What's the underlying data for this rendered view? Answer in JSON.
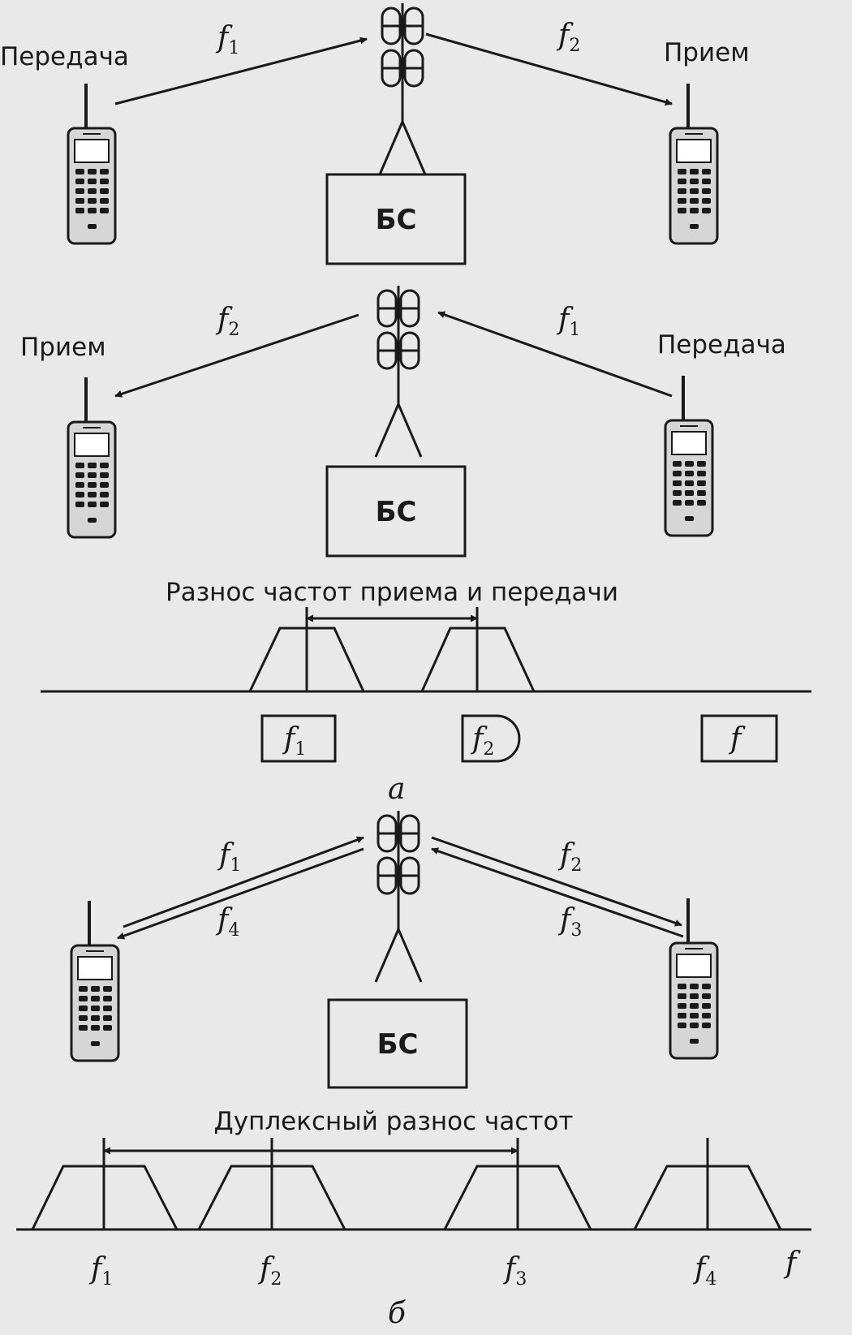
{
  "labels": {
    "transmit": "Передача",
    "receive": "Прием",
    "base_station": "БС",
    "freq_spacing_rx_tx": "Разнос частот приема и передачи",
    "duplex_spacing": "Дуплексный разнос частот",
    "caption_a": "а",
    "caption_b": "б",
    "f_letter": "f",
    "sub_1": "1",
    "sub_2": "2",
    "sub_3": "3",
    "sub_4": "4"
  },
  "icons": {
    "antenna": "antenna-icon",
    "phone": "mobile-phone-icon"
  },
  "colors": {
    "ink": "#1a1a1a",
    "paper": "#e9e9e9"
  }
}
